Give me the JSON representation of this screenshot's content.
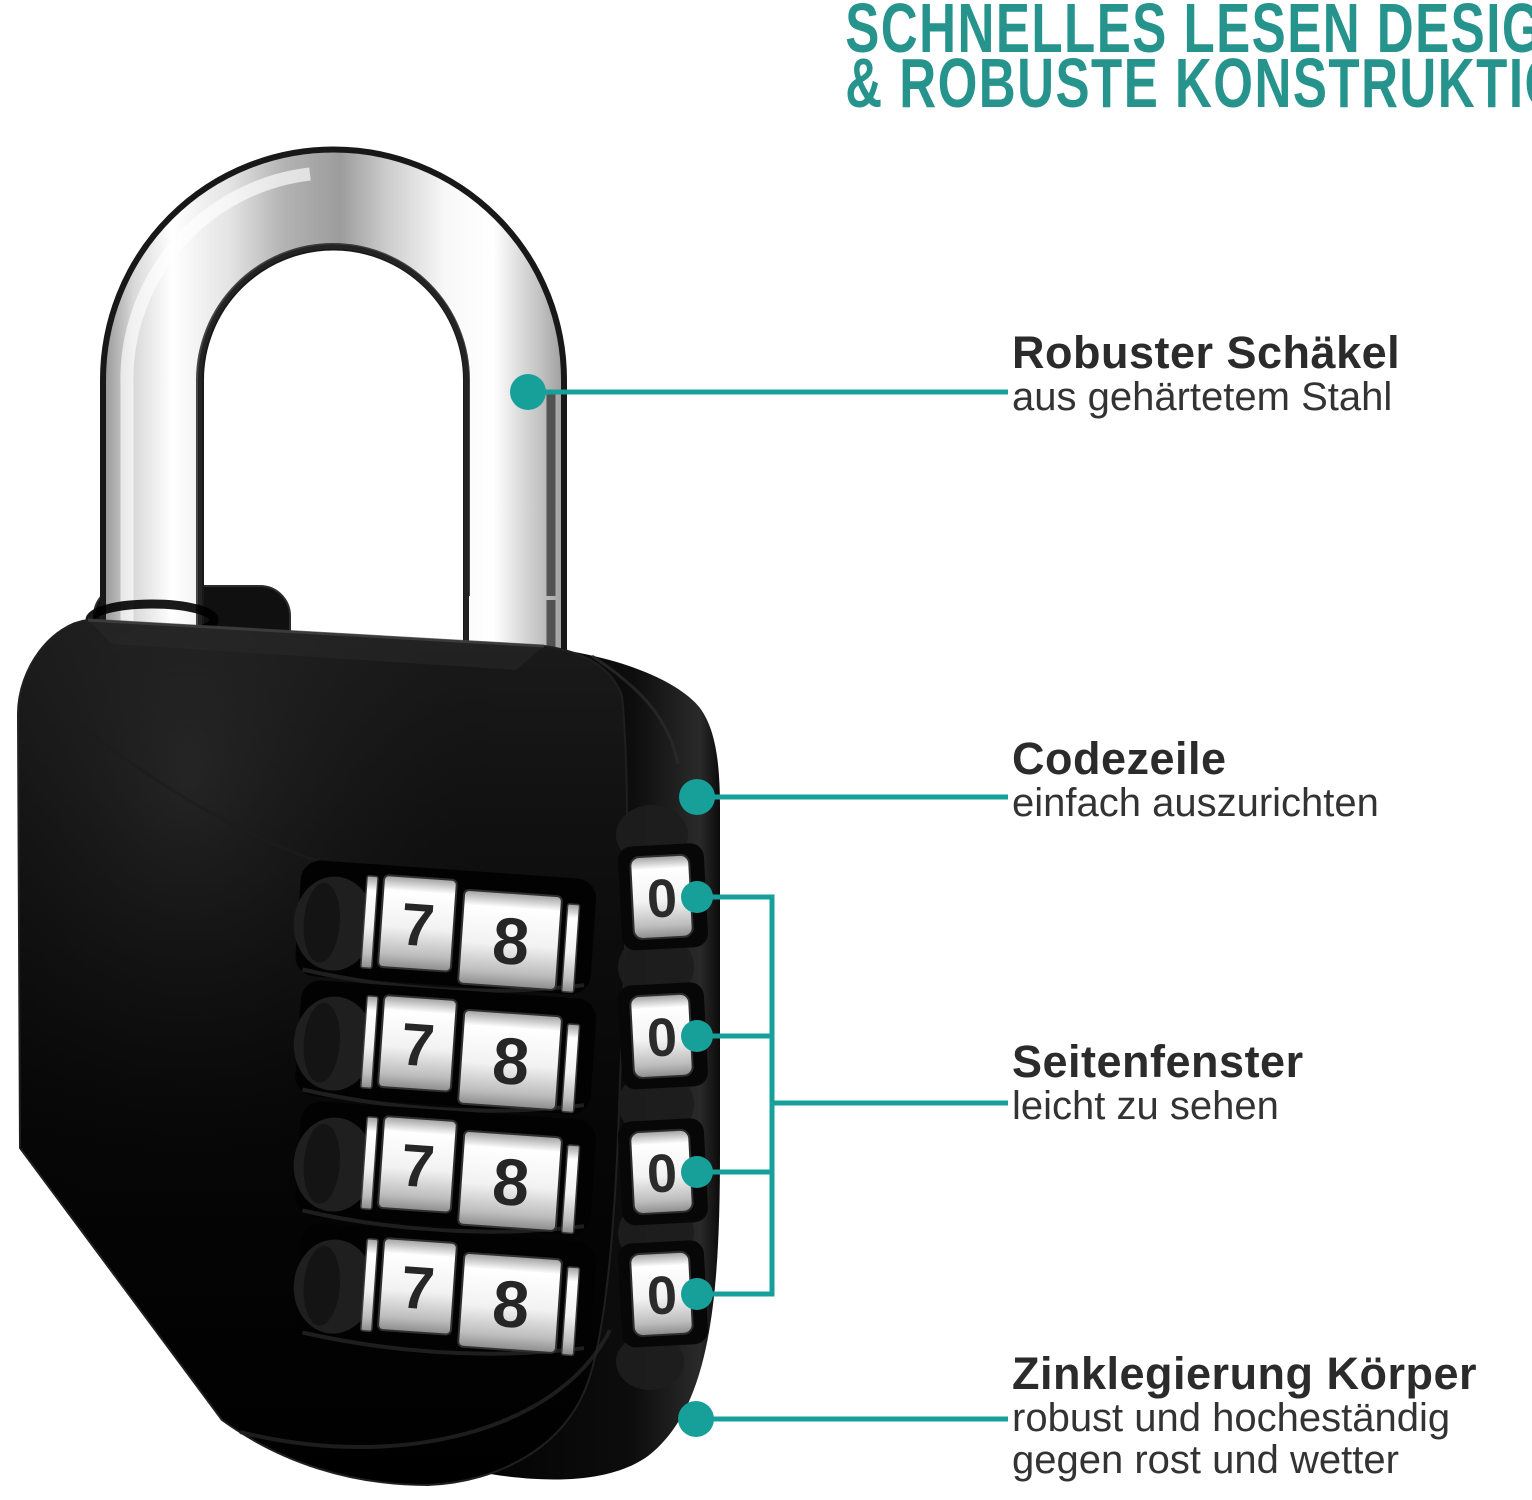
{
  "colors": {
    "accent": "#17a09a",
    "title_teal": "#26948d",
    "heading_text": "#2b2b2b",
    "body_text": "#333333",
    "background": "#ffffff",
    "lock_black": "#0a0a0a"
  },
  "header": {
    "line1": "SCHNELLES LESEN DESIGN",
    "line2": "& ROBUSTE KONSTRUKTION"
  },
  "callouts": [
    {
      "title": "Robuster Schäkel",
      "description": "aus gehärtetem Stahl"
    },
    {
      "title": "Codezeile",
      "description": "einfach auszurichten"
    },
    {
      "title": "Seitenfenster",
      "description": "leicht zu sehen"
    },
    {
      "title": "Zinklegierung Körper",
      "description": "robust und hocheständig gegen rost und wetter"
    }
  ],
  "padlock": {
    "front_digits": [
      [
        "7",
        "8"
      ],
      [
        "7",
        "8"
      ],
      [
        "7",
        "8"
      ],
      [
        "7",
        "8"
      ]
    ],
    "side_digits": [
      "0",
      "0",
      "0",
      "0"
    ]
  }
}
